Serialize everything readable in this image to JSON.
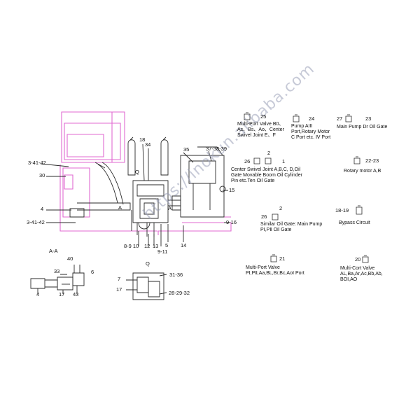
{
  "diagram": {
    "section_label": "A-A",
    "view_labels": {
      "a_left": "A",
      "a_right": "A",
      "q_top": "Q",
      "q_bottom": "Q"
    },
    "callouts": {
      "c_3_41_42_top": "3-41-42",
      "c_30": "30",
      "c_4_main": "4",
      "c_3_41_42_bottom": "3-41-42",
      "c_18": "18",
      "c_34": "34",
      "c_35": "35",
      "c_37_38_39": "37-38-39",
      "c_15": "15",
      "c_9_16": "9-16",
      "c_14": "14",
      "c_8_9_10": "8-9 10",
      "c_12": "12",
      "c_13": "13",
      "c_5": "5",
      "c_9_11": "9-11",
      "c_40": "40",
      "c_33": "33",
      "c_6": "6",
      "c_4_sec": "4",
      "c_17_sec": "17",
      "c_43": "43",
      "c_7_q": "7",
      "c_17_q": "17",
      "c_31_36": "31-36",
      "c_28_29_32": "28-29-32"
    },
    "legend": [
      {
        "num": "25",
        "text": "Multi-Port Valve B0、As、Bs、Ao、Center Swivel Joint E、F"
      },
      {
        "num": "24",
        "text": "Pump AIII Port,Rotary Motor C Port etc. Ⅳ Port"
      },
      {
        "num_a": "27",
        "num_b": "23",
        "text": "Main Pump Dr Oil Gate"
      },
      {
        "num_a": "26",
        "num_b": "2",
        "num_c": "1",
        "text": "Center Swivel Joint A,B,C, D,Oil Gate Movable Boom Oil Cylinder Pin etc.Ten Oil Gate"
      },
      {
        "num": "22-23",
        "text": "Rotary motor A,B"
      },
      {
        "num_a": "2",
        "num_b": "26",
        "text": "Similar Oil Gate: Main Pump PⅠ,PⅡ Oil Gate"
      },
      {
        "num": "18-19",
        "text": "Bypass Circuit"
      },
      {
        "num": "21",
        "text": "Multi-Port Valve PⅠ,PⅡ,Aa,BL,Br,Bc,AoⅠ Port"
      },
      {
        "num": "20",
        "text": "Multi-Cort Valve AL,Ba,Ar,Ac,Bb,Ab, BOⅠ,AO"
      }
    ],
    "watermark": "https://inokun.alibaba.com",
    "colors": {
      "frame": "#e06ad2",
      "line": "#2a2a2a"
    }
  }
}
